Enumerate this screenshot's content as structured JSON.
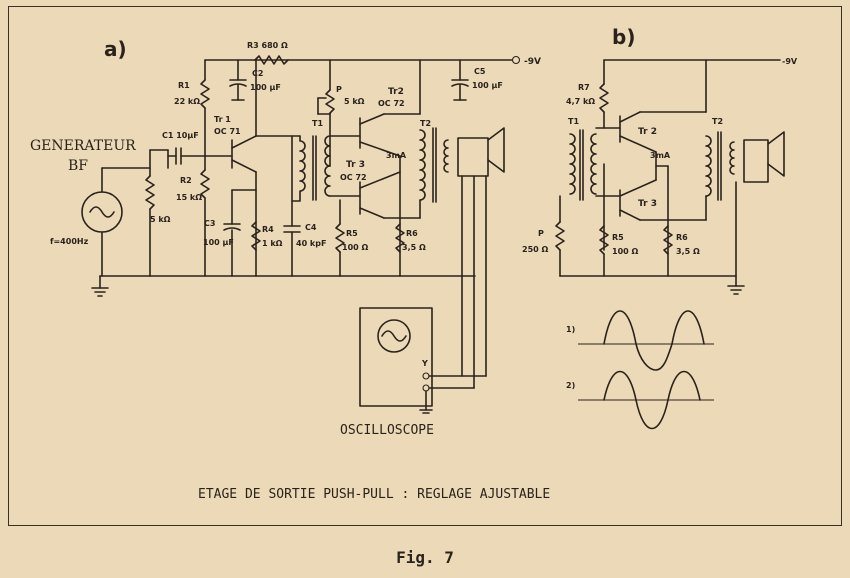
{
  "panel_a": {
    "label": "a)",
    "generator": {
      "line1": "GENERATEUR",
      "line2": "BF",
      "freq": "f=400Hz",
      "pot": "5 kΩ"
    },
    "c1": "C1 10µF",
    "r1": {
      "name": "R1",
      "value": "22 kΩ"
    },
    "r2": {
      "name": "R2",
      "value": "15 kΩ"
    },
    "r3": "R3  680 Ω",
    "c2": {
      "name": "C2",
      "value": "100 µF"
    },
    "tr1": {
      "name": "Tr 1",
      "type": "OC 71"
    },
    "c3": {
      "name": "C3",
      "value": "100 µF"
    },
    "r4": {
      "name": "R4",
      "value": "1 kΩ"
    },
    "c4": {
      "name": "C4",
      "value": "40 kpF"
    },
    "t1": "T1",
    "p": {
      "name": "P",
      "value": "5 kΩ"
    },
    "tr2": {
      "name": "Tr2",
      "type": "OC 72"
    },
    "tr3": {
      "name": "Tr 3",
      "type": "OC 72"
    },
    "current": "3mA",
    "r5": {
      "name": "R5",
      "value": "100 Ω"
    },
    "r6": {
      "name": "R6",
      "value": "3,5 Ω"
    },
    "t2": "T2",
    "c5": {
      "name": "C5",
      "value": "100 µF"
    },
    "supply": "-9V",
    "scope": {
      "label": "OSCILLOSCOPE",
      "y": "Y"
    }
  },
  "panel_b": {
    "label": "b)",
    "supply": "-9V",
    "r7": {
      "name": "R7",
      "value": "4,7 kΩ"
    },
    "t1": "T1",
    "t2": "T2",
    "tr2": "Tr 2",
    "tr3": "Tr 3",
    "current": "3mA",
    "p": {
      "name": "P",
      "value": "250 Ω"
    },
    "r5": {
      "name": "R5",
      "value": "100 Ω"
    },
    "r6": {
      "name": "R6",
      "value": "3,5 Ω"
    },
    "wave1": "1)",
    "wave2": "2)"
  },
  "title": "ETAGE DE SORTIE PUSH-PULL : REGLAGE AJUSTABLE",
  "figure": "Fig. 7"
}
